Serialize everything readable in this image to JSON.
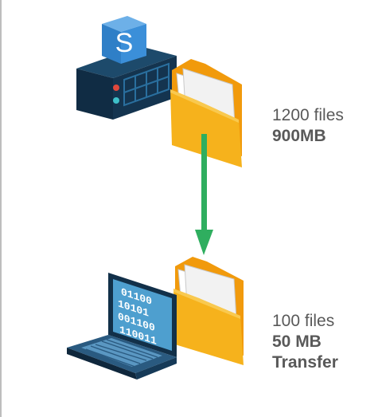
{
  "source": {
    "file_count": "1200 files",
    "size": "900MB",
    "logo_letter": "S"
  },
  "destination": {
    "file_count": "100 files",
    "size": "50 MB",
    "action": "Transfer"
  },
  "laptop_screen_lines": [
    "01100",
    "10101",
    "001100",
    "110011"
  ],
  "colors": {
    "server_body": "#14344f",
    "server_accent": "#2a6f9e",
    "logo_cube": "#3b8fd9",
    "folder": "#f6b21c",
    "folder_back": "#f19a0c",
    "arrow": "#2fae5f",
    "laptop_screen": "#5aa9d6",
    "text": "#595959"
  }
}
